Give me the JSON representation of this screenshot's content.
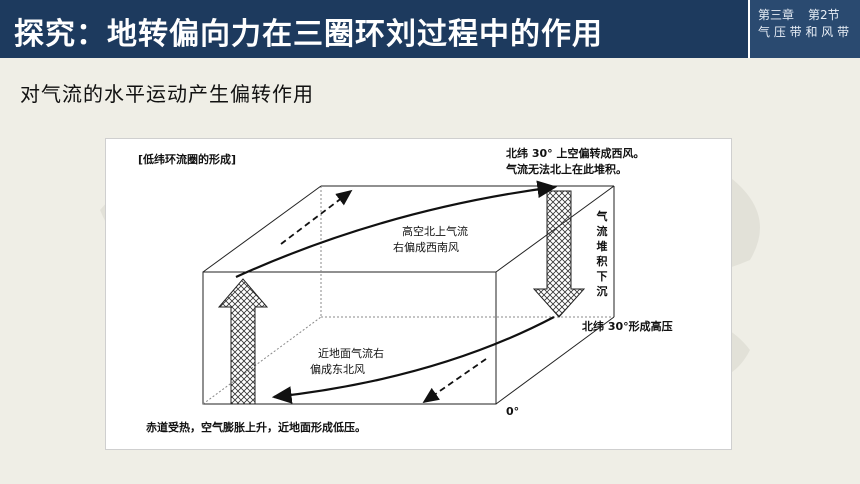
{
  "header": {
    "title": "探究：地转偏向力在三圈环刘过程中的作用",
    "chapter": "第三章",
    "section": "第2节",
    "section_title": "气 压 带 和 风 带"
  },
  "subtitle": "对气流的水平运动产生偏转作用",
  "figure": {
    "caption": "[低纬环流圈的形成]",
    "top_right_note_line1": "北纬 30° 上空偏转成西风。",
    "top_right_note_line2": "气流无法北上在此堆积。",
    "upper_flow_line1": "高空北上气流",
    "upper_flow_line2": "右偏成西南风",
    "sinking_label": "气流堆积下沉",
    "north30_label": "北纬 30°形成高压",
    "surface_flow_line1": "近地面气流右",
    "surface_flow_line2": "偏成东北风",
    "equator_label": "0°",
    "bottom_note": "赤道受热，空气膨胀上升，近地面形成低压。"
  },
  "colors": {
    "title_bar": "#1d3a5e",
    "chapter_box": "#2a4a70",
    "background": "#efeee6"
  }
}
